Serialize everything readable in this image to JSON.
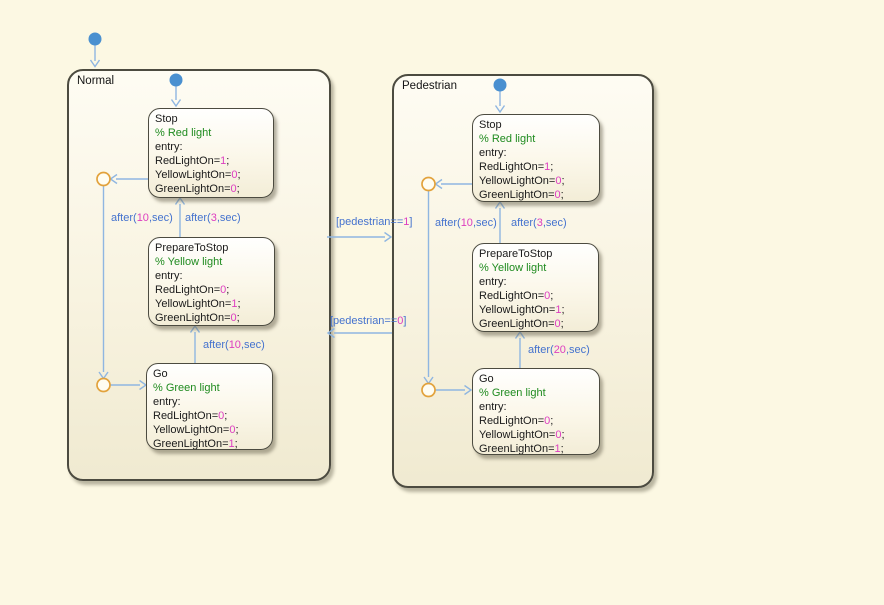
{
  "colors": {
    "background": "#FCF8E3",
    "border_dark": "#4C4B40",
    "line": "#8FB6E1",
    "label_blue": "#4472CE",
    "number_magenta": "#DD3EC0",
    "comment_green": "#1F8B1F",
    "code_black": "#1A1A1A",
    "junction_orange": "#E2A23C",
    "dot_blue": "#4A90D0"
  },
  "superstates": {
    "normal": {
      "title": "Normal"
    },
    "pedestrian": {
      "title": "Pedestrian"
    }
  },
  "states": {
    "normal_stop": {
      "title": "Stop",
      "body": [
        [
          {
            "t": "% Red light",
            "c": "comment"
          }
        ],
        [
          {
            "t": "entry:",
            "c": "code"
          }
        ],
        [
          {
            "t": "RedLightOn=",
            "c": "code"
          },
          {
            "t": "1",
            "c": "num"
          },
          {
            "t": ";",
            "c": "code"
          }
        ],
        [
          {
            "t": "YellowLightOn=",
            "c": "code"
          },
          {
            "t": "0",
            "c": "num"
          },
          {
            "t": ";",
            "c": "code"
          }
        ],
        [
          {
            "t": "GreenLightOn=",
            "c": "code"
          },
          {
            "t": "0",
            "c": "num"
          },
          {
            "t": ";",
            "c": "code"
          }
        ]
      ]
    },
    "normal_prepare": {
      "title": "PrepareToStop",
      "body": [
        [
          {
            "t": "% Yellow light",
            "c": "comment"
          }
        ],
        [
          {
            "t": "entry:",
            "c": "code"
          }
        ],
        [
          {
            "t": "RedLightOn=",
            "c": "code"
          },
          {
            "t": "0",
            "c": "num"
          },
          {
            "t": ";",
            "c": "code"
          }
        ],
        [
          {
            "t": "YellowLightOn=",
            "c": "code"
          },
          {
            "t": "1",
            "c": "num"
          },
          {
            "t": ";",
            "c": "code"
          }
        ],
        [
          {
            "t": "GreenLightOn=",
            "c": "code"
          },
          {
            "t": "0",
            "c": "num"
          },
          {
            "t": ";",
            "c": "code"
          }
        ]
      ]
    },
    "normal_go": {
      "title": "Go",
      "body": [
        [
          {
            "t": "% Green light",
            "c": "comment"
          }
        ],
        [
          {
            "t": "entry:",
            "c": "code"
          }
        ],
        [
          {
            "t": "RedLightOn=",
            "c": "code"
          },
          {
            "t": "0",
            "c": "num"
          },
          {
            "t": ";",
            "c": "code"
          }
        ],
        [
          {
            "t": "YellowLightOn=",
            "c": "code"
          },
          {
            "t": "0",
            "c": "num"
          },
          {
            "t": ";",
            "c": "code"
          }
        ],
        [
          {
            "t": "GreenLightOn=",
            "c": "code"
          },
          {
            "t": "1",
            "c": "num"
          },
          {
            "t": ";",
            "c": "code"
          }
        ]
      ]
    },
    "ped_stop": {
      "title": "Stop",
      "body": [
        [
          {
            "t": "% Red light",
            "c": "comment"
          }
        ],
        [
          {
            "t": "entry:",
            "c": "code"
          }
        ],
        [
          {
            "t": "RedLightOn=",
            "c": "code"
          },
          {
            "t": "1",
            "c": "num"
          },
          {
            "t": ";",
            "c": "code"
          }
        ],
        [
          {
            "t": "YellowLightOn=",
            "c": "code"
          },
          {
            "t": "0",
            "c": "num"
          },
          {
            "t": ";",
            "c": "code"
          }
        ],
        [
          {
            "t": "GreenLightOn=",
            "c": "code"
          },
          {
            "t": "0",
            "c": "num"
          },
          {
            "t": ";",
            "c": "code"
          }
        ]
      ]
    },
    "ped_prepare": {
      "title": "PrepareToStop",
      "body": [
        [
          {
            "t": "% Yellow light",
            "c": "comment"
          }
        ],
        [
          {
            "t": "entry:",
            "c": "code"
          }
        ],
        [
          {
            "t": "RedLightOn=",
            "c": "code"
          },
          {
            "t": "0",
            "c": "num"
          },
          {
            "t": ";",
            "c": "code"
          }
        ],
        [
          {
            "t": "YellowLightOn=",
            "c": "code"
          },
          {
            "t": "1",
            "c": "num"
          },
          {
            "t": ";",
            "c": "code"
          }
        ],
        [
          {
            "t": "GreenLightOn=",
            "c": "code"
          },
          {
            "t": "0",
            "c": "num"
          },
          {
            "t": ";",
            "c": "code"
          }
        ]
      ]
    },
    "ped_go": {
      "title": "Go",
      "body": [
        [
          {
            "t": "% Green light",
            "c": "comment"
          }
        ],
        [
          {
            "t": "entry:",
            "c": "code"
          }
        ],
        [
          {
            "t": "RedLightOn=",
            "c": "code"
          },
          {
            "t": "0",
            "c": "num"
          },
          {
            "t": ";",
            "c": "code"
          }
        ],
        [
          {
            "t": "YellowLightOn=",
            "c": "code"
          },
          {
            "t": "0",
            "c": "num"
          },
          {
            "t": ";",
            "c": "code"
          }
        ],
        [
          {
            "t": "GreenLightOn=",
            "c": "code"
          },
          {
            "t": "1",
            "c": "num"
          },
          {
            "t": ";",
            "c": "code"
          }
        ]
      ]
    }
  },
  "transition_labels": {
    "normal_stop_to_go": [
      {
        "t": "after(",
        "c": "kw"
      },
      {
        "t": "10",
        "c": "num"
      },
      {
        "t": ",sec)",
        "c": "kw"
      }
    ],
    "normal_prepare_to_stop": [
      {
        "t": "after(",
        "c": "kw"
      },
      {
        "t": "3",
        "c": "num"
      },
      {
        "t": ",sec)",
        "c": "kw"
      }
    ],
    "normal_go_to_prepare": [
      {
        "t": "after(",
        "c": "kw"
      },
      {
        "t": "10",
        "c": "num"
      },
      {
        "t": ",sec)",
        "c": "kw"
      }
    ],
    "ped_stop_to_go": [
      {
        "t": "after(",
        "c": "kw"
      },
      {
        "t": "10",
        "c": "num"
      },
      {
        "t": ",sec)",
        "c": "kw"
      }
    ],
    "ped_prepare_to_stop": [
      {
        "t": "after(",
        "c": "kw"
      },
      {
        "t": "3",
        "c": "num"
      },
      {
        "t": ",sec)",
        "c": "kw"
      }
    ],
    "ped_go_to_prepare": [
      {
        "t": "after(",
        "c": "kw"
      },
      {
        "t": "20",
        "c": "num"
      },
      {
        "t": ",sec)",
        "c": "kw"
      }
    ],
    "normal_to_pedestrian": [
      {
        "t": "[pedestrian==",
        "c": "kw"
      },
      {
        "t": "1",
        "c": "num"
      },
      {
        "t": "]",
        "c": "kw"
      }
    ],
    "pedestrian_to_normal": [
      {
        "t": "[pedestrian==",
        "c": "kw"
      },
      {
        "t": "0",
        "c": "num"
      },
      {
        "t": "]",
        "c": "kw"
      }
    ]
  }
}
